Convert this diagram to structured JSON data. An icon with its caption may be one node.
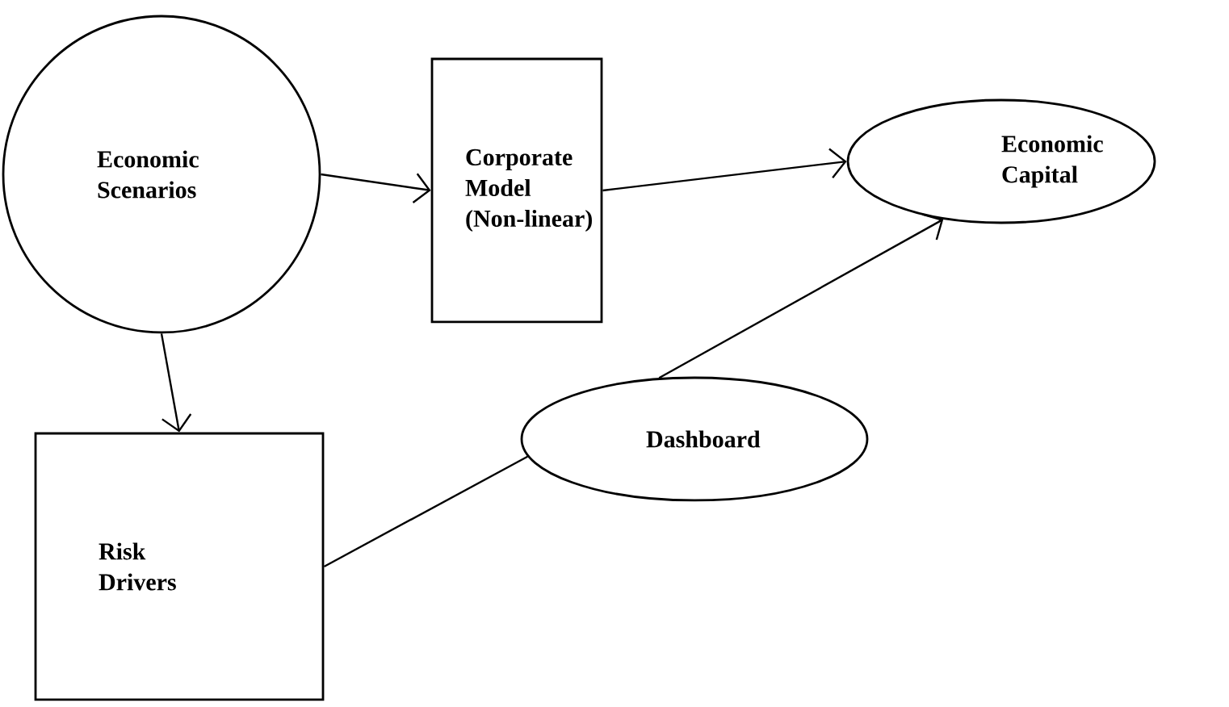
{
  "diagram": {
    "nodes": [
      {
        "text": [
          "Economic Scenarios"
        ]
      },
      {
        "text": [
          "Corporate Model (Non-linear)"
        ]
      },
      {
        "text": [
          "Economic Capital"
        ]
      },
      {
        "text": [
          "Risk Drivers"
        ]
      },
      {
        "text": [
          "Dashboard"
        ]
      }
    ],
    "edges": [
      {
        "from": 0,
        "to": 1,
        "arrow": "to"
      },
      {
        "from": 1,
        "to": 2,
        "arrow": "to"
      },
      {
        "from": 0,
        "to": 3,
        "arrow": "to"
      },
      {
        "from": 3,
        "to": 4,
        "arrow": "none"
      },
      {
        "from": 4,
        "to": 2,
        "arrow": "to"
      }
    ]
  }
}
